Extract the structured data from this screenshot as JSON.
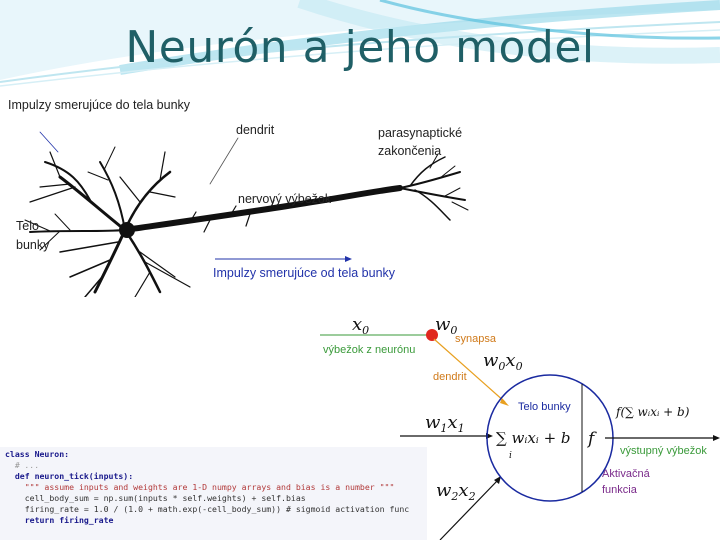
{
  "slide": {
    "title": "Neurón a jeho model"
  },
  "neuron_diagram": {
    "labels": {
      "impulses_in": "Impulzy smerujúce do tela bunky",
      "dendrite": "dendrit",
      "terminals_1": "parasynaptické",
      "terminals_2": "zakončenia",
      "axon": "nervový výbežok",
      "soma_1": "Telo",
      "soma_2": "bunky",
      "impulses_out": "Impulzy smerujúce od tela bunky"
    }
  },
  "model_diagram": {
    "labels": {
      "x0": "x",
      "x0_sub": "0",
      "w0": "w",
      "w0_sub": "0",
      "synapse": "synapsa",
      "axon_from_neuron": "výbežok z neurónu",
      "w0x0": "w",
      "w0x0_sub1": "0",
      "w0x0_x": "x",
      "w0x0_sub2": "0",
      "dendrite": "dendrit",
      "cell_body": "Telo bunky",
      "w1x1": "w",
      "w1x1_sub1": "1",
      "w1x1_x": "x",
      "w1x1_sub2": "1",
      "w2x2": "w",
      "w2x2_sub1": "2",
      "w2x2_x": "x",
      "w2x2_sub2": "2",
      "sum_formula": "∑ wᵢxᵢ + b",
      "sum_index": "i",
      "f": "f",
      "activation_formula": "f(∑ wᵢxᵢ + b)",
      "output_axon": "výstupný výbežok",
      "activation_1": "Aktivačná",
      "activation_2": "funkcia"
    },
    "colors": {
      "synapse_dot": "#e0281e",
      "label_orange": "#d07a1a",
      "label_green": "#3a9a3a",
      "dendrite_arrow": "#e8a020",
      "soma_stroke": "#1a2aa0"
    }
  },
  "code": {
    "lines": [
      "class Neuron:",
      "  # ...",
      "  def neuron_tick(inputs):",
      "    \"\"\" assume inputs and weights are 1-D numpy arrays and bias is a number \"\"\"",
      "    cell_body_sum = np.sum(inputs * self.weights) + self.bias",
      "    firing_rate = 1.0 / (1.0 + math.exp(-cell_body_sum)) # sigmoid activation func",
      "    return firing_rate"
    ]
  }
}
